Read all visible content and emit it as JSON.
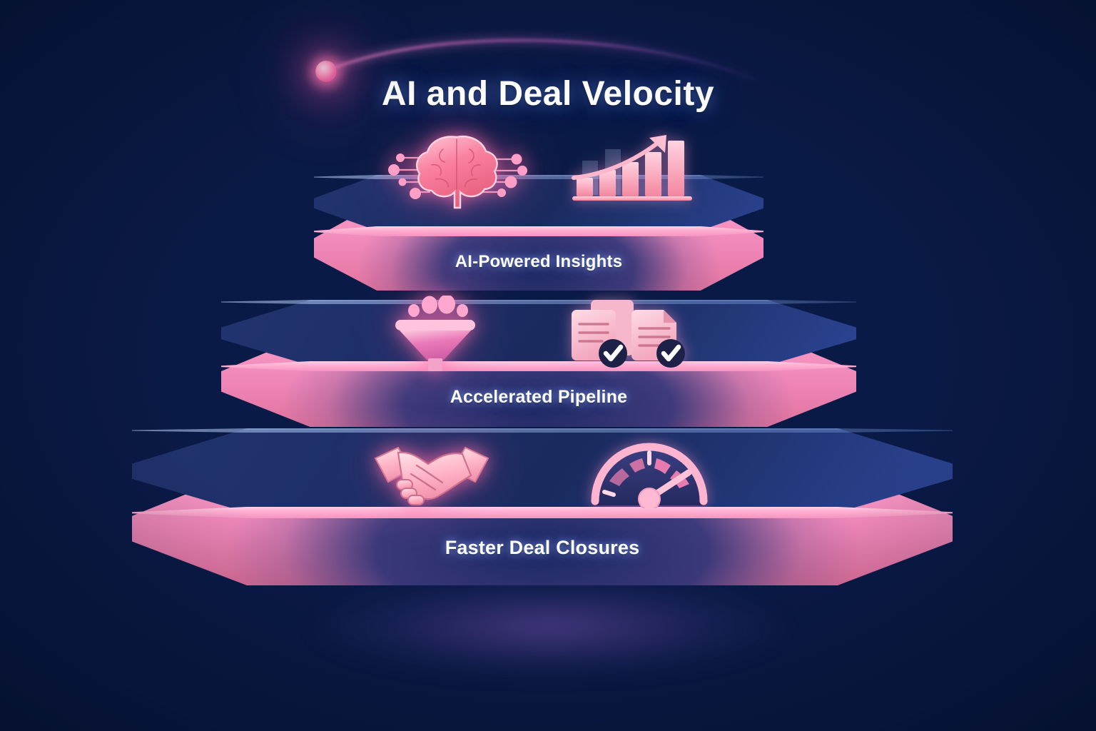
{
  "title": "AI and Deal Velocity",
  "theme": {
    "background_navy": "#0a1a46",
    "background_navy_light": "#143a8e",
    "accent_pink": "#f28cbd",
    "accent_pink_bright": "#ff8fc0",
    "tier_top_navy": "#1b2f6e",
    "label_text": "#fdfdff",
    "glow_purple": "#7c46b4"
  },
  "decor": {
    "comet": {
      "name": "comet-orb",
      "label": "glowing pink orb",
      "arc_color": "#e87ad0"
    }
  },
  "chart_data": {
    "type": "pyramid",
    "title": "AI and Deal Velocity",
    "orientation": "ascending",
    "levels": [
      {
        "index": 1,
        "label": "AI-Powered Insights",
        "width_pct": 41,
        "icons": [
          "ai-brain-icon",
          "growth-bar-chart-icon"
        ]
      },
      {
        "index": 2,
        "label": "Accelerated Pipeline",
        "width_pct": 59,
        "icons": [
          "sales-funnel-icon",
          "verified-documents-icon"
        ]
      },
      {
        "index": 3,
        "label": "Faster Deal Closures",
        "width_pct": 76,
        "icons": [
          "handshake-icon",
          "speedometer-gauge-icon"
        ]
      }
    ]
  },
  "tiers": [
    {
      "id": "tier-1",
      "label": "AI-Powered Insights",
      "icons": [
        {
          "name": "ai-brain-icon",
          "alt": "AI brain with neural network nodes"
        },
        {
          "name": "growth-bar-chart-icon",
          "alt": "Ascending bar chart with upward arrow"
        }
      ]
    },
    {
      "id": "tier-2",
      "label": "Accelerated Pipeline",
      "icons": [
        {
          "name": "sales-funnel-icon",
          "alt": "Funnel with leads entering"
        },
        {
          "name": "verified-documents-icon",
          "alt": "Two documents with check badges"
        }
      ]
    },
    {
      "id": "tier-3",
      "label": "Faster Deal Closures",
      "icons": [
        {
          "name": "handshake-icon",
          "alt": "Two hands shaking"
        },
        {
          "name": "speedometer-gauge-icon",
          "alt": "Speedometer gauge with needle"
        }
      ]
    }
  ]
}
